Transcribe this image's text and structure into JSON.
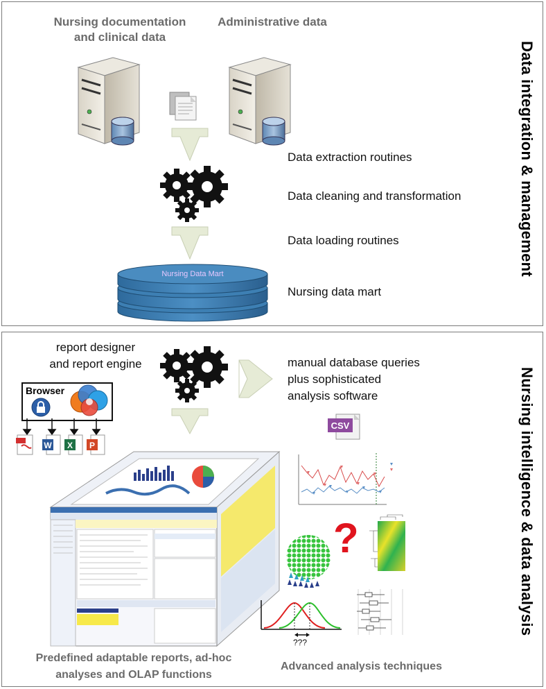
{
  "top": {
    "side_title": "Data integration & management",
    "source_1": {
      "line1": "Nursing documentation",
      "line2": "and clinical data"
    },
    "source_2": "Administrative data",
    "steps": [
      "Data extraction routines",
      "Data cleaning and transformation",
      "Data loading routines",
      "Nursing data mart"
    ],
    "datamart_label": "Nursing Data Mart"
  },
  "bottom": {
    "side_title": "Nursing intelligence & data analysis",
    "report_tool": {
      "line1": "report designer",
      "line2": "and report engine"
    },
    "manual": {
      "line1": "manual database queries",
      "line2": "plus sophisticated",
      "line3": "analysis software"
    },
    "browser_label": "Browser",
    "csv_label": "CSV",
    "unknown_label": "???",
    "caption_left": {
      "line1": "Predefined adaptable reports, ad-hoc",
      "line2": "analyses and OLAP functions"
    },
    "caption_right": "Advanced analysis techniques"
  },
  "colors": {
    "border": "#7a7a7a",
    "caption_gray": "#6b6b6b",
    "arrow_fill": "#e6ebd6",
    "datamart_blue": "#3d7fb3",
    "question_red": "#e0141e"
  }
}
